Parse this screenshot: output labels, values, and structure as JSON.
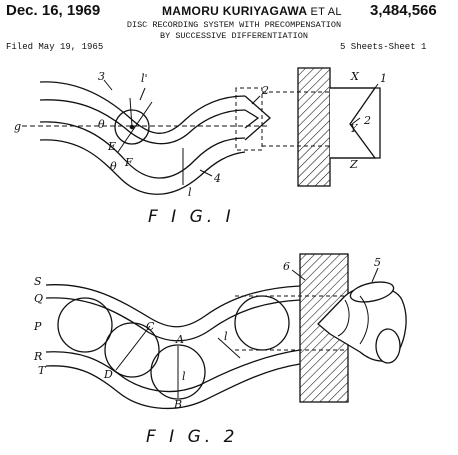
{
  "header": {
    "date": "Dec. 16, 1969",
    "inventor": "MAMORU KURIYAGAWA",
    "et_al": "ET AL",
    "patent_number": "3,484,566",
    "title_line1": "DISC RECORDING SYSTEM WITH PRECOMPENSATION",
    "title_line2": "BY SUCCESSIVE DIFFERENTIATION",
    "filed": "Filed May 19, 1965",
    "sheets": "5 Sheets-Sheet 1"
  },
  "figure1": {
    "caption": "F I G. I",
    "labels": {
      "l_prime": "l'",
      "three": "3",
      "two_top": "2",
      "x": "X",
      "one": "1",
      "g": "g",
      "theta1": "θ",
      "y": "Y",
      "two_right": "2",
      "e": "E",
      "f": "F",
      "theta2": "θ",
      "four": "4",
      "l_bottom": "l",
      "z": "Z"
    }
  },
  "figure2": {
    "caption": "F I G. 2",
    "labels": {
      "s": "S",
      "q": "Q",
      "p": "P",
      "r": "R",
      "t": "T",
      "c": "C",
      "d": "D",
      "a": "A",
      "b": "B",
      "l_center": "l",
      "l_right": "l",
      "six": "6",
      "five": "5"
    }
  }
}
